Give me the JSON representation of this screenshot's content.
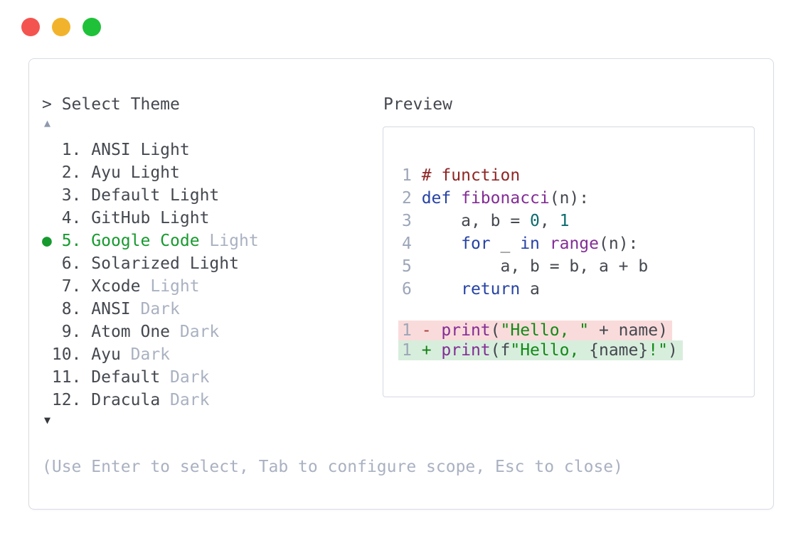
{
  "colors": {
    "accent_green": "#169a2e",
    "text_dark": "#44484f",
    "text_darker": "#35383d",
    "text_dim": "#a9b1c1",
    "line_number": "#9ca6b8",
    "scroll_up_arrow": "#8e99ad",
    "panel_border": "#d8dce3",
    "preview_border": "#d5d9e0",
    "syntax_comment": "#8f2525",
    "syntax_keyword": "#2642a5",
    "syntax_function": "#832d96",
    "syntax_number": "#0c6b6e",
    "syntax_string": "#118a15",
    "diff_del_bg": "#fadbdb",
    "diff_add_bg": "#d8eedd",
    "diff_minus": "#a63a3a",
    "diff_plus": "#128012",
    "traffic_red": "#f4544f",
    "traffic_yellow": "#f2b32c",
    "traffic_green": "#1fc139"
  },
  "window": {
    "controls": [
      {
        "name": "close-button",
        "color_key": "traffic_red"
      },
      {
        "name": "minimize-button",
        "color_key": "traffic_yellow"
      },
      {
        "name": "maximize-button",
        "color_key": "traffic_green"
      }
    ]
  },
  "selector": {
    "prompt": "> Select Theme",
    "marker": "●",
    "scroll_up": "▲",
    "scroll_down": "▼",
    "items": [
      {
        "num": "1",
        "name": "ANSI Light",
        "suffix": "",
        "selected": false
      },
      {
        "num": "2",
        "name": "Ayu Light",
        "suffix": "",
        "selected": false
      },
      {
        "num": "3",
        "name": "Default Light",
        "suffix": "",
        "selected": false
      },
      {
        "num": "4",
        "name": "GitHub Light",
        "suffix": "",
        "selected": false
      },
      {
        "num": "5",
        "name": "Google Code",
        "suffix": "Light",
        "selected": true
      },
      {
        "num": "6",
        "name": "Solarized Light",
        "suffix": "",
        "selected": false
      },
      {
        "num": "7",
        "name": "Xcode",
        "suffix": "Light",
        "selected": false
      },
      {
        "num": "8",
        "name": "ANSI",
        "suffix": "Dark",
        "selected": false
      },
      {
        "num": "9",
        "name": "Atom One",
        "suffix": "Dark",
        "selected": false
      },
      {
        "num": "10",
        "name": "Ayu",
        "suffix": "Dark",
        "selected": false
      },
      {
        "num": "11",
        "name": "Default",
        "suffix": "Dark",
        "selected": false
      },
      {
        "num": "12",
        "name": "Dracula",
        "suffix": "Dark",
        "selected": false
      }
    ],
    "help": "(Use Enter to select, Tab to configure scope, Esc to close)"
  },
  "preview": {
    "label": "Preview",
    "code_lines": [
      {
        "num": "1",
        "tokens": [
          {
            "t": "# function",
            "c": "com"
          }
        ]
      },
      {
        "num": "2",
        "tokens": [
          {
            "t": "def",
            "c": "kw"
          },
          {
            "t": " ",
            "c": "pln"
          },
          {
            "t": "fibonacci",
            "c": "fn"
          },
          {
            "t": "(n):",
            "c": "pln"
          }
        ]
      },
      {
        "num": "3",
        "tokens": [
          {
            "t": "    a, b = ",
            "c": "pln"
          },
          {
            "t": "0",
            "c": "num"
          },
          {
            "t": ", ",
            "c": "pln"
          },
          {
            "t": "1",
            "c": "num"
          }
        ]
      },
      {
        "num": "4",
        "tokens": [
          {
            "t": "    ",
            "c": "pln"
          },
          {
            "t": "for",
            "c": "kw"
          },
          {
            "t": " _ ",
            "c": "pln"
          },
          {
            "t": "in",
            "c": "kw"
          },
          {
            "t": " ",
            "c": "pln"
          },
          {
            "t": "range",
            "c": "fn"
          },
          {
            "t": "(n):",
            "c": "pln"
          }
        ]
      },
      {
        "num": "5",
        "tokens": [
          {
            "t": "        a, b = b, a + b",
            "c": "pln"
          }
        ]
      },
      {
        "num": "6",
        "tokens": [
          {
            "t": "    ",
            "c": "pln"
          },
          {
            "t": "return",
            "c": "kw"
          },
          {
            "t": " a",
            "c": "pln"
          }
        ]
      }
    ],
    "diff_lines": [
      {
        "kind": "del",
        "num": "1",
        "tokens": [
          {
            "t": "- ",
            "c": "minus"
          },
          {
            "t": "print",
            "c": "fn"
          },
          {
            "t": "(",
            "c": "pln"
          },
          {
            "t": "\"Hello, \"",
            "c": "str"
          },
          {
            "t": " + name)",
            "c": "pln"
          }
        ]
      },
      {
        "kind": "add",
        "num": "1",
        "tokens": [
          {
            "t": "+ ",
            "c": "plus"
          },
          {
            "t": "print",
            "c": "fn"
          },
          {
            "t": "(f",
            "c": "pln"
          },
          {
            "t": "\"Hello, ",
            "c": "str"
          },
          {
            "t": "{name}",
            "c": "pln"
          },
          {
            "t": "!\"",
            "c": "str"
          },
          {
            "t": ")",
            "c": "pln"
          }
        ]
      }
    ]
  }
}
